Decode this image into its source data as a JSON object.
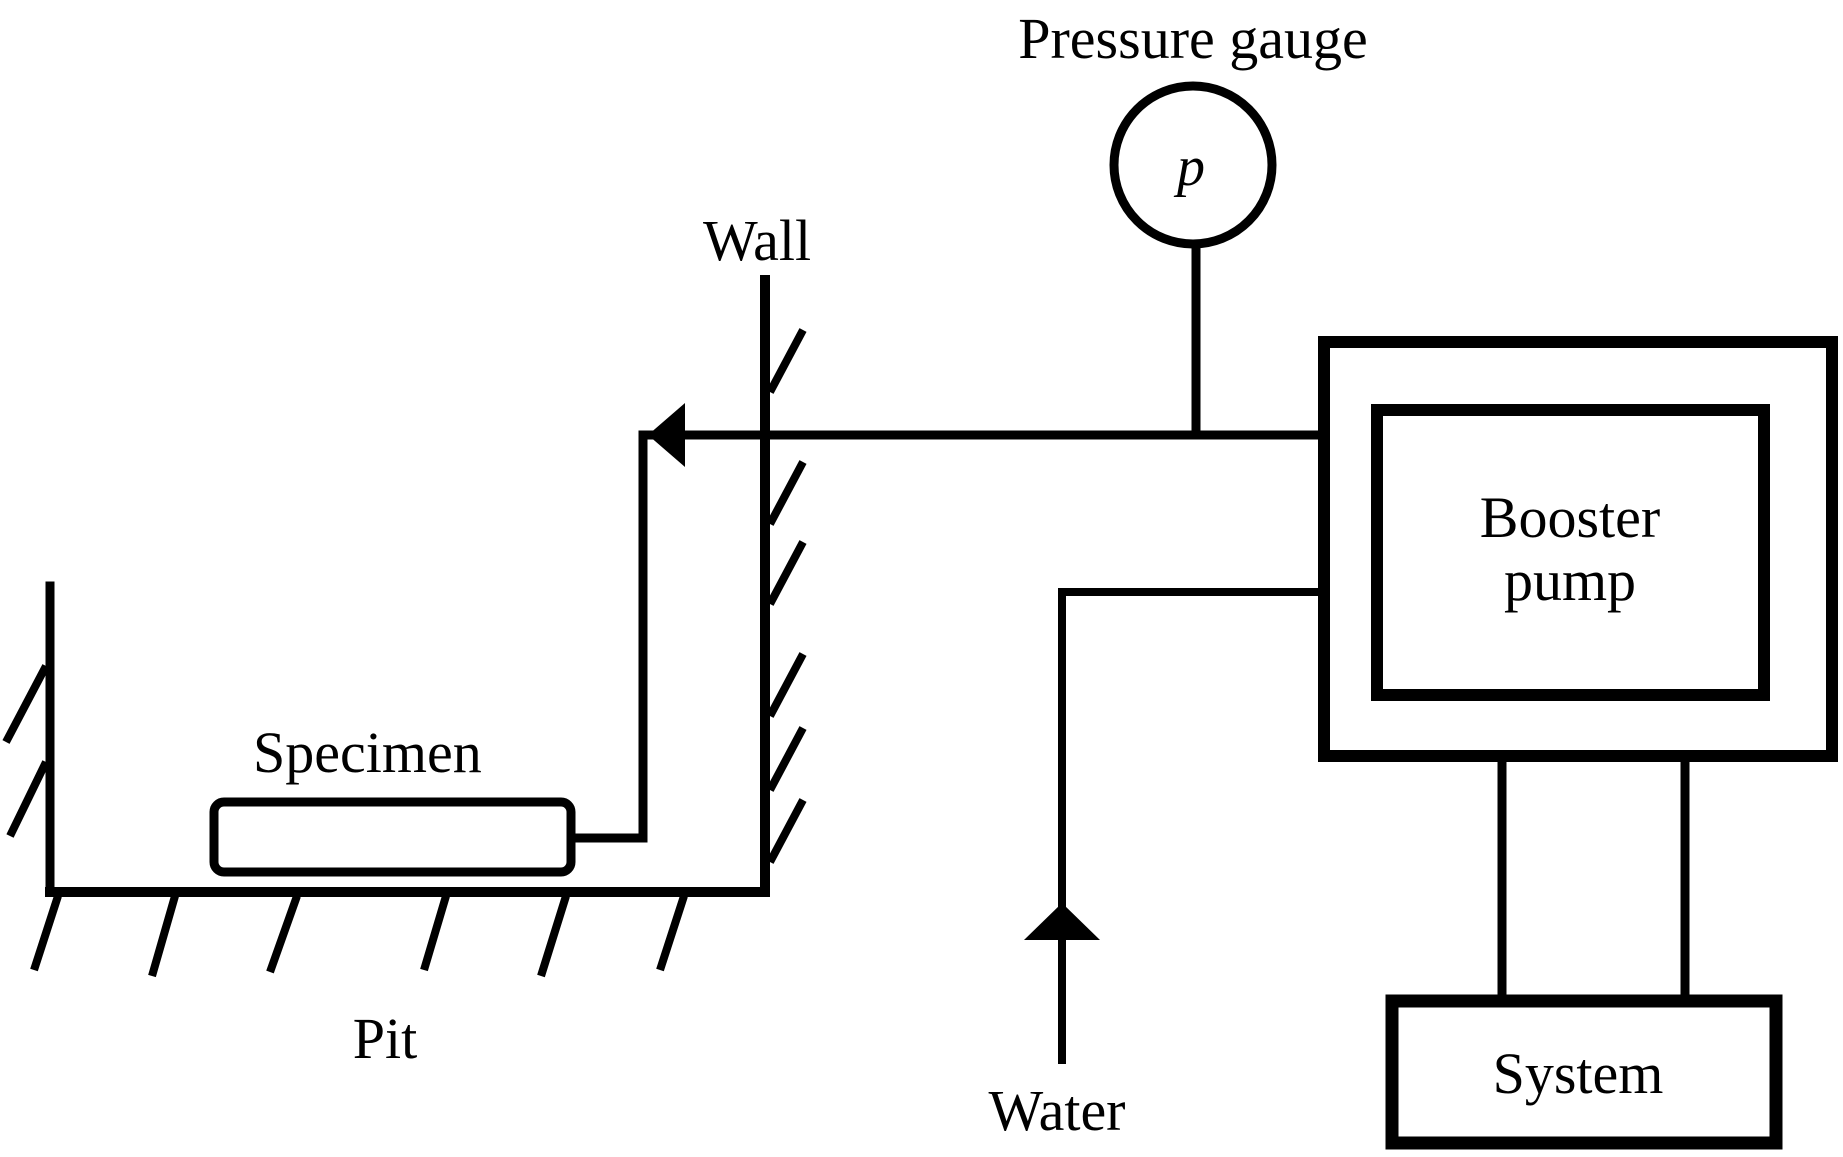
{
  "diagram": {
    "type": "schematic",
    "labels": {
      "pressure_gauge": "Pressure gauge",
      "gauge_symbol": "p",
      "wall": "Wall",
      "specimen": "Specimen",
      "pit": "Pit",
      "booster_pump_line1": "Booster",
      "booster_pump_line2": "pump",
      "water": "Water",
      "system": "System"
    },
    "colors": {
      "stroke": "#000000",
      "background": "#ffffff"
    },
    "connections": [
      {
        "from": "booster-pump",
        "to": "specimen",
        "via": "pipe through wall",
        "arrow": "toward specimen"
      },
      {
        "from": "pipe",
        "to": "pressure-gauge",
        "arrow": "none"
      },
      {
        "from": "water",
        "to": "booster-pump",
        "arrow": "upward into pump"
      },
      {
        "from": "system",
        "to": "booster-pump",
        "arrow": "none",
        "lines": 2
      }
    ]
  }
}
